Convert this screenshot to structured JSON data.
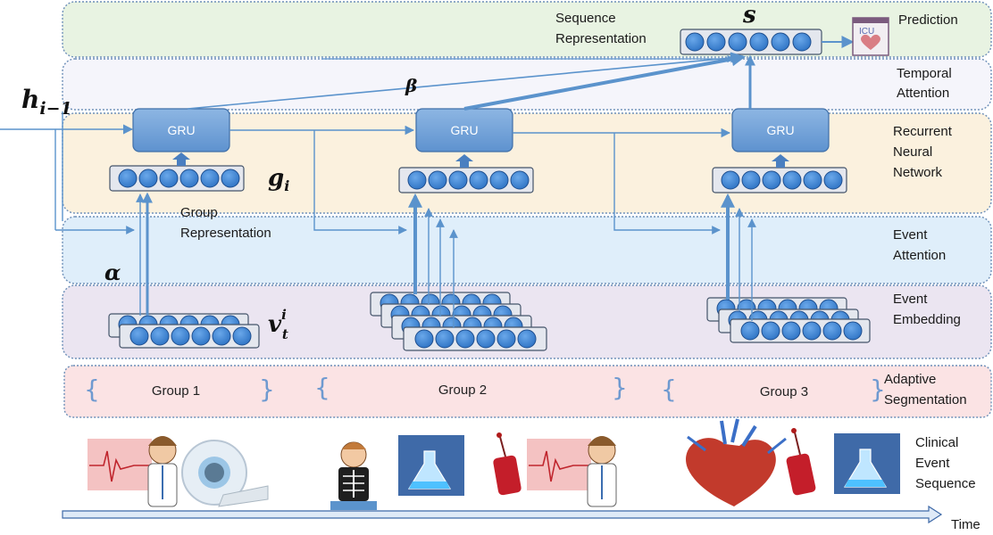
{
  "layers": {
    "prediction": "Prediction",
    "temporal_attention": "Temporal Attention",
    "rnn": "Recurrent Neural Network",
    "event_attention": "Event Attention",
    "event_embedding": "Event Embedding",
    "adaptive_segmentation": "Adaptive Segmentation",
    "clinical_event_sequence": "Clinical Event Sequence"
  },
  "labels": {
    "sequence_representation": "Sequence Representation",
    "group_representation": "Group Representation",
    "time": "Time",
    "gru": "GRU",
    "icu": "ICU"
  },
  "symbols": {
    "s": "s",
    "h_prev": "h",
    "h_prev_sub": "i−1",
    "beta": "β",
    "alpha": "α",
    "g": "g",
    "g_sub": "i",
    "v": "v",
    "v_sup": "i",
    "v_sub": "t"
  },
  "groups": [
    "Group 1",
    "Group 2",
    "Group 3"
  ],
  "colors": {
    "node": "#4a8fd8",
    "gru": "#6fa0d6",
    "arrow": "#5b93cc",
    "prediction_band": "#e8f3e2",
    "temporal_band": "#f5f5fb",
    "rnn_band": "#fbf1de",
    "event_attention_band": "#dfeefa",
    "embedding_band": "#ebe5f1",
    "segmentation_band": "#fbe3e4"
  }
}
